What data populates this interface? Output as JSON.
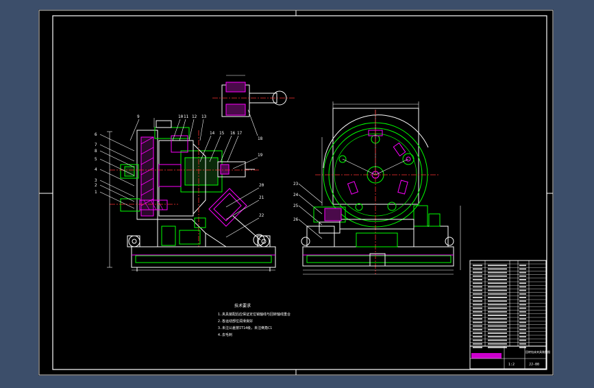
{
  "colors": {
    "background": "#3c4e6a",
    "sheet": "#000000",
    "border": "#ffffff",
    "outline": "#00ff00",
    "part": "#ffffff",
    "center": "#ff3030",
    "section": "#ff00ff",
    "leader": "#ffffff",
    "hatch": "#ff00ff",
    "dim": "#00ffff",
    "table_line": "#ffffff",
    "table_text": "#ffffff"
  },
  "labels": {
    "balloons_left": [
      "6",
      "7",
      "8",
      "5",
      "4",
      "3",
      "2",
      "1"
    ],
    "balloons_top": [
      "9",
      "10",
      "11",
      "12",
      "13"
    ],
    "balloons_mid": [
      "14",
      "15",
      "16",
      "17"
    ],
    "balloon_right_top": "19",
    "balloon_detail": "18",
    "balloons_right": [
      "20",
      "21",
      "22"
    ],
    "balloons_side": [
      "23",
      "24",
      "25",
      "26"
    ]
  },
  "notes": {
    "heading": "技术要求",
    "lines": [
      "1.夹具装配后应保证定位销轴线与回转轴线重合",
      "2.各运动部位润滑良好",
      "3.未注公差按IT14级，未注倒角C1",
      "4.去毛刺"
    ]
  },
  "title_block": {
    "drawing_title": "回转钻床夹具装配图",
    "drawing_no": "JJ-00",
    "scale_label": "1:2"
  }
}
